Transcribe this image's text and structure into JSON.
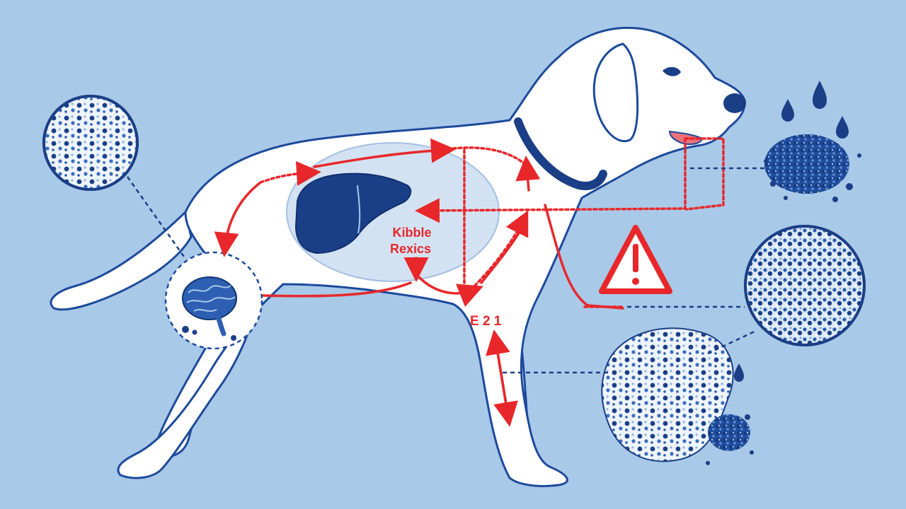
{
  "colors": {
    "background": "#a9c9e8",
    "outline": "#1c4a9c",
    "body_fill": "#ffffff",
    "accent_red": "#e8272a",
    "navy": "#1a3f86",
    "organ_tint": "#c9dbf1"
  },
  "labels": {
    "organ_line1": "Kibble",
    "organ_line2": "Rexics",
    "leg_code": "E 2 1"
  },
  "icons": [
    "brain-icon",
    "liver-icon",
    "warning-triangle-icon",
    "water-drop-icon"
  ]
}
